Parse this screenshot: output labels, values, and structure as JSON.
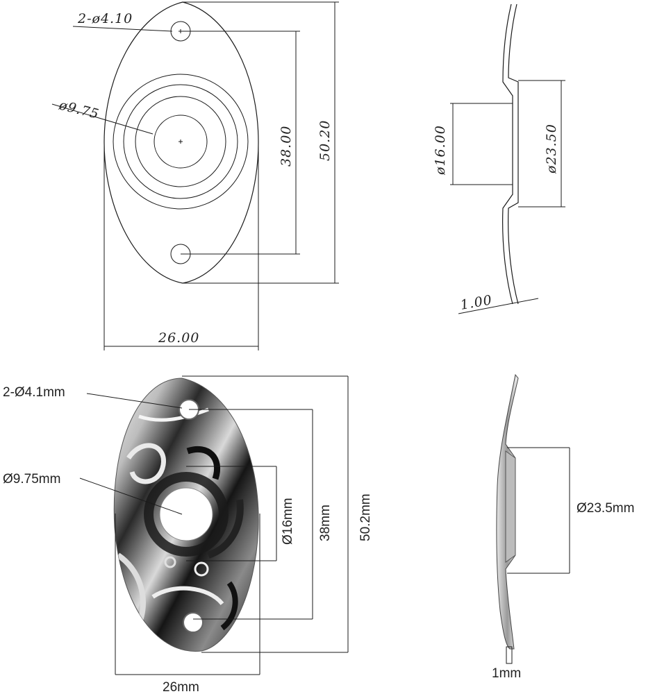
{
  "drawing": {
    "hole_dia": "2-ø4.10",
    "center_dia": "ø9.75",
    "hole_spacing": "38.00",
    "total_length": "50.20",
    "width": "26.00",
    "inner_dia": "ø16.00",
    "outer_dia": "ø23.50",
    "thickness": "1.00"
  },
  "photo": {
    "hole_dia": "2-Ø4.1mm",
    "center_dia": "Ø9.75mm",
    "inner_dia": "Ø16mm",
    "hole_spacing": "38mm",
    "total_length": "50.2mm",
    "width": "26mm",
    "outer_dia": "Ø23.5mm",
    "thickness": "1mm"
  },
  "colors": {
    "line": "#1a1a1a",
    "chrome_dark": "#1c1c1c",
    "chrome_light": "#e8e8e8"
  }
}
